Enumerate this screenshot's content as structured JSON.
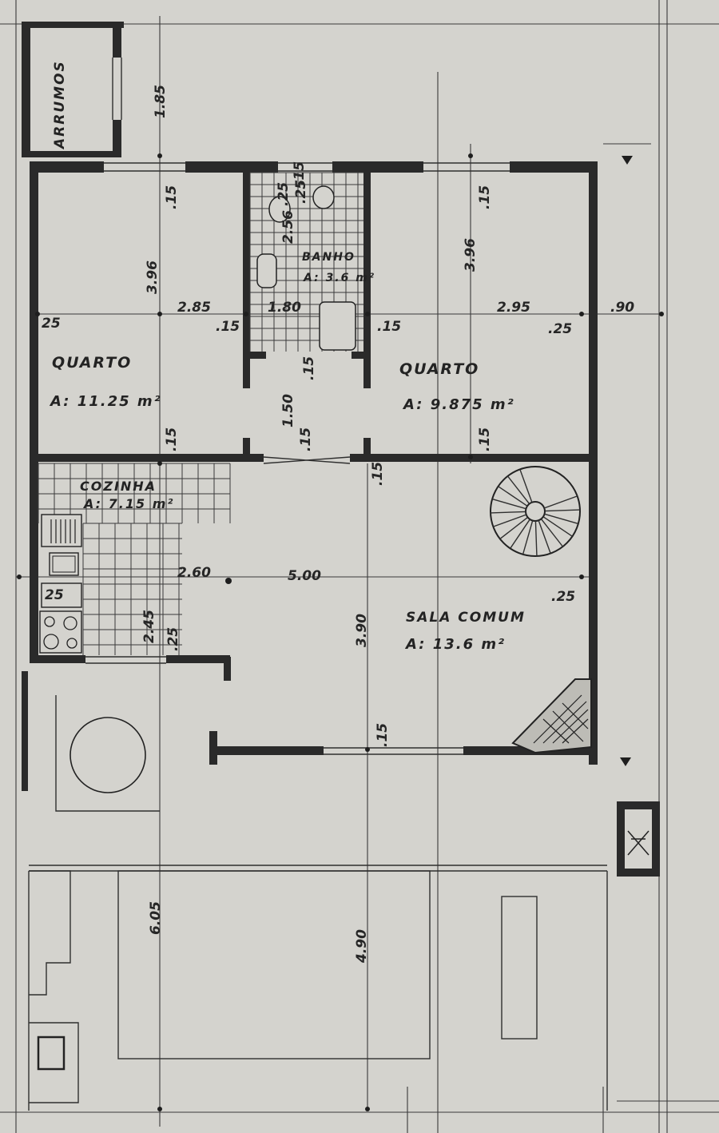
{
  "rooms": {
    "arrumos": {
      "name": "ARRUMOS"
    },
    "quarto_left": {
      "name": "QUARTO",
      "area": "A: 11.25 m²"
    },
    "banho": {
      "name": "BANHO",
      "area": "A: 3.6 m²"
    },
    "quarto_right": {
      "name": "QUARTO",
      "area": "A: 9.875 m²"
    },
    "cozinha": {
      "name": "COZINHA",
      "area": "A: 7.15 m²"
    },
    "sala": {
      "name": "SALA COMUM",
      "area": "A: 13.6 m²"
    }
  },
  "dimensions": {
    "arrumos_depth": "1.85",
    "q1_width": "2.85",
    "q1_depth": "3.96",
    "banho_width": "1.80",
    "banho_small": "2.56",
    "q2_width": "2.95",
    "q2_depth": "3.96",
    "right_strip": ".90",
    "hall_depth": "1.50",
    "kitchen_width": "2.60",
    "sala_width": "5.00",
    "sala_depth": "3.90",
    "kitchen_depth": "2.45",
    "lower_left": "6.05",
    "lower_mid": "4.90",
    "w15a": ".15",
    "w15b": ".15",
    "w15c": ".15",
    "w15d": ".15",
    "w15e": ".15",
    "w15f": ".15",
    "w15g": ".15",
    "w15h": ".15",
    "w15i": ".15",
    "w15j": ".15",
    "w15k": ".15",
    "w25a": ".25",
    "w25b": ".25",
    "w25c": ".25",
    "w25d": ".25",
    "w25e": "25",
    "w25f": "25",
    "w25g": ".25"
  }
}
